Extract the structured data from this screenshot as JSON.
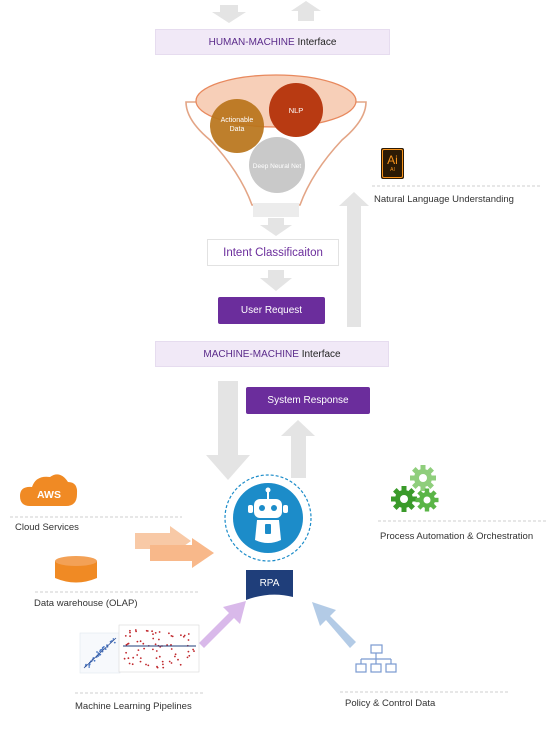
{
  "interfaces": {
    "human_machine": {
      "highlight": "HUMAN-MACHINE",
      "suffix": " Interface"
    },
    "machine_machine": {
      "highlight": "MACHINE-MACHINE",
      "suffix": " Interface"
    }
  },
  "funnel": {
    "actionable": "Actionable Data",
    "nlp": "NLP",
    "deep": "Deep Neural Net"
  },
  "boxes": {
    "intent": "Intent Classificaiton",
    "user_request": "User Request",
    "system_response": "System Response",
    "rpa": "RPA"
  },
  "ai_icon": {
    "big": "Ai",
    "small": "AI"
  },
  "aws_icon": {
    "text": "AWS"
  },
  "labels": {
    "nlu": "Natural Language Understanding",
    "cloud": "Cloud Services",
    "dw": "Data warehouse (OLAP)",
    "ml": "Machine Learning Pipelines",
    "process": "Process Automation & Orchestration",
    "policy": "Policy & Control Data"
  },
  "colors": {
    "purple": "#6b2d9c",
    "interface_bg": "#f1e9f7",
    "arrow_gray": "#e4e4e4",
    "nlp_red": "#b83a12",
    "actionable_brown": "#b8741a",
    "robot_blue": "#1c8cc9",
    "rpa_navy": "#1f3e7a",
    "aws_orange": "#f08a24",
    "gear_green": "#3a9a2a"
  }
}
